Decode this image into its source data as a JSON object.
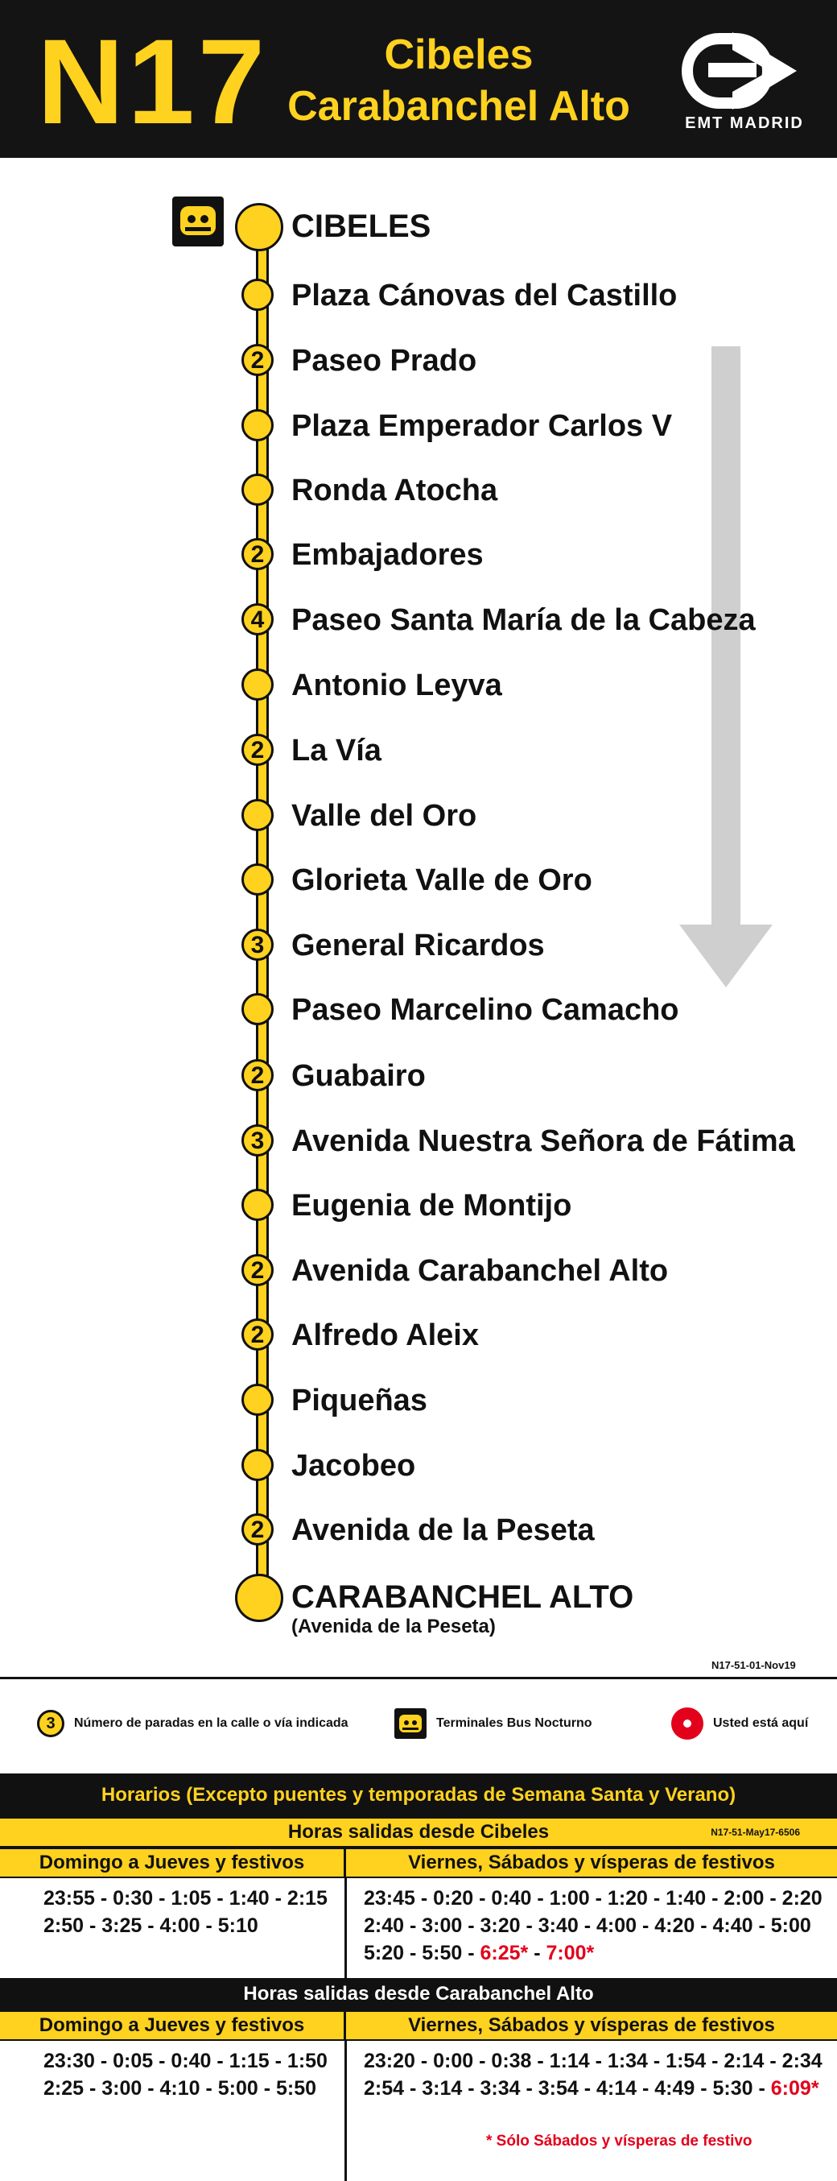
{
  "header": {
    "route": "N17",
    "dest_line1": "Cibeles",
    "dest_line2": "Carabanchel Alto",
    "operator": "EMT MADRID"
  },
  "stops": [
    {
      "name": "CIBELES",
      "count": "",
      "terminal": true
    },
    {
      "name": "Plaza Cánovas del Castillo",
      "count": ""
    },
    {
      "name": "Paseo Prado",
      "count": "2"
    },
    {
      "name": "Plaza Emperador Carlos V",
      "count": ""
    },
    {
      "name": "Ronda Atocha",
      "count": ""
    },
    {
      "name": "Embajadores",
      "count": "2"
    },
    {
      "name": "Paseo Santa María de la Cabeza",
      "count": "4"
    },
    {
      "name": "Antonio Leyva",
      "count": ""
    },
    {
      "name": "La Vía",
      "count": "2"
    },
    {
      "name": "Valle del Oro",
      "count": ""
    },
    {
      "name": "Glorieta Valle de Oro",
      "count": ""
    },
    {
      "name": "General Ricardos",
      "count": "3"
    },
    {
      "name": "Paseo Marcelino Camacho",
      "count": ""
    },
    {
      "name": "Guabairo",
      "count": "2"
    },
    {
      "name": "Avenida Nuestra Señora de Fátima",
      "count": "3"
    },
    {
      "name": "Eugenia de Montijo",
      "count": ""
    },
    {
      "name": "Avenida Carabanchel Alto",
      "count": "2"
    },
    {
      "name": "Alfredo Aleix",
      "count": "2"
    },
    {
      "name": "Piqueñas",
      "count": ""
    },
    {
      "name": "Jacobeo",
      "count": ""
    },
    {
      "name": "Avenida de la Peseta",
      "count": "2"
    },
    {
      "name": "CARABANCHEL ALTO",
      "count": "",
      "terminal": true,
      "sub": "(Avenida de la Peseta)"
    }
  ],
  "codes": {
    "map": "N17-51-01-Nov19",
    "schedule": "N17-51-May17-6506"
  },
  "legend": {
    "count_sample": "3",
    "count_label": "Número de paradas en la calle o vía indicada",
    "terminal_label": "Terminales Bus Nocturno",
    "here_label": "Usted está aquí"
  },
  "schedule": {
    "title": "Horarios (Excepto puentes y temporadas de Semana Santa y Verano)",
    "from_cibeles": "Horas salidas desde Cibeles",
    "from_carabanchel": "Horas salidas desde Carabanchel Alto",
    "col_weekday": "Domingo a Jueves y festivos",
    "col_weekend": "Viernes, Sábados y vísperas de festivos",
    "cibeles_weekday": "23:55 - 0:30 - 1:05 - 1:40 - 2:15\n2:50 - 3:25 - 4:00 - 5:10",
    "cibeles_weekend": "23:45 - 0:20 - 0:40 - 1:00 - 1:20 - 1:40 - 2:00 - 2:20\n2:40 - 3:00 - 3:20 - 3:40 - 4:00 - 4:20 - 4:40 - 5:00\n5:20 - 5:50 - ",
    "cibeles_weekend_red1": "6:25*",
    "cibeles_weekend_sep": " - ",
    "cibeles_weekend_red2": "7:00*",
    "carab_weekday": "23:30 - 0:05 - 0:40 - 1:15 - 1:50\n2:25 - 3:00 - 4:10 - 5:00 - 5:50",
    "carab_weekend": "23:20 - 0:00 - 0:38 - 1:14 - 1:34 - 1:54 - 2:14 - 2:34\n2:54 - 3:14 - 3:34 - 3:54 - 4:14 - 4:49 - 5:30 - ",
    "carab_weekend_red": "6:09*",
    "footnote": "* Sólo Sábados y vísperas de festivo"
  }
}
